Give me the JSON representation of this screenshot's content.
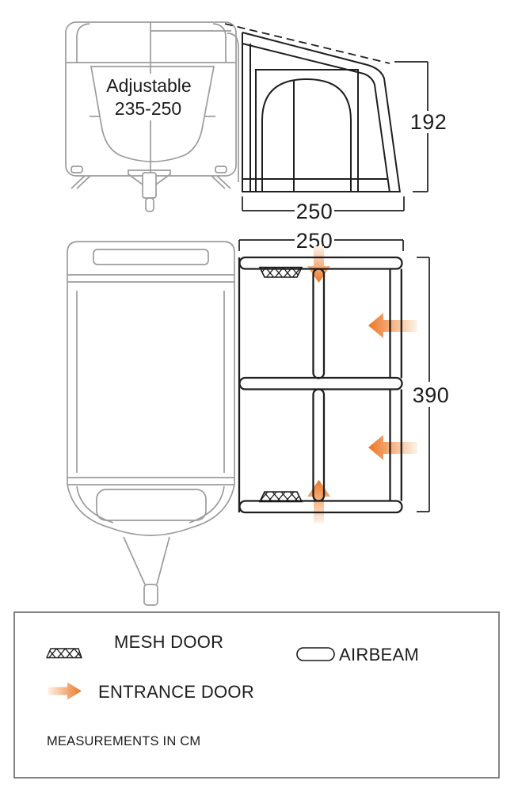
{
  "front_elevation": {
    "caravan_width_label": [
      "Adjustable",
      "235-250"
    ],
    "awning_height_cm": "192",
    "awning_depth_cm": "250"
  },
  "floor_plan": {
    "awning_depth_cm": "250",
    "awning_width_cm": "390"
  },
  "legend": {
    "items": [
      {
        "symbol": "mesh-hatch-swatch",
        "label": "MESH DOOR"
      },
      {
        "symbol": "airbeam-pill-swatch",
        "label": "AIRBEAM"
      },
      {
        "symbol": "entrance-arrow-swatch",
        "label": "ENTRANCE DOOR"
      }
    ],
    "note": "MEASUREMENTS IN CM"
  },
  "colors": {
    "entrance_arrow_orange": "#ec7623",
    "arrow_fade_light": "#fdf3e9",
    "caravan_outline_gray": "#9b9b9b",
    "awning_outline_black": "#1f1f1f"
  }
}
